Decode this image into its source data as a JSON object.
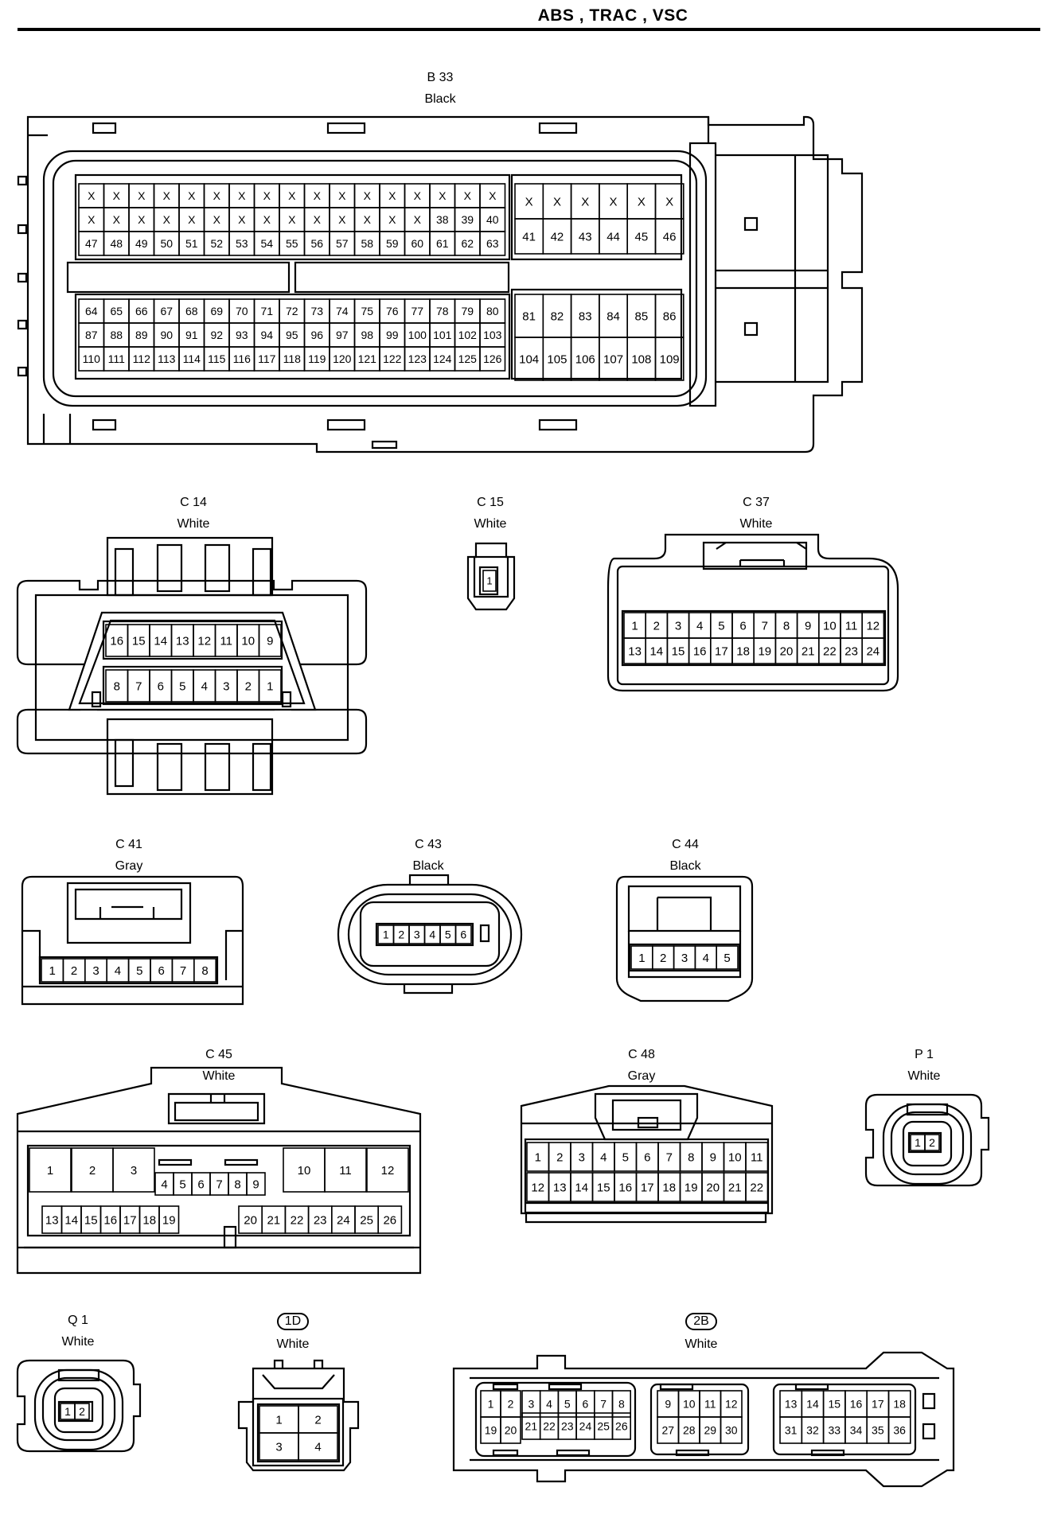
{
  "header": {
    "title": "ABS , TRAC , VSC"
  },
  "connectors": {
    "B33": {
      "name": "B 33",
      "color": "Black"
    },
    "C14": {
      "name": "C 14",
      "color": "White"
    },
    "C15": {
      "name": "C 15",
      "color": "White"
    },
    "C37": {
      "name": "C 37",
      "color": "White"
    },
    "C41": {
      "name": "C 41",
      "color": "Gray"
    },
    "C43": {
      "name": "C 43",
      "color": "Black"
    },
    "C44": {
      "name": "C 44",
      "color": "Black"
    },
    "C45": {
      "name": "C 45",
      "color": "White"
    },
    "C48": {
      "name": "C 48",
      "color": "Gray"
    },
    "P1": {
      "name": "P 1",
      "color": "White"
    },
    "Q1": {
      "name": "Q 1",
      "color": "White"
    },
    "1D": {
      "name": "1D",
      "color": "White"
    },
    "2B": {
      "name": "2B",
      "color": "White"
    }
  },
  "pins": {
    "B33": {
      "leftUpper": [
        [
          "X",
          "X",
          "X",
          "X",
          "X",
          "X",
          "X",
          "X",
          "X",
          "X",
          "X",
          "X",
          "X",
          "X",
          "X",
          "X",
          "X"
        ],
        [
          "X",
          "X",
          "X",
          "X",
          "X",
          "X",
          "X",
          "X",
          "X",
          "X",
          "X",
          "X",
          "X",
          "X",
          "38",
          "39",
          "40"
        ],
        [
          "47",
          "48",
          "49",
          "50",
          "51",
          "52",
          "53",
          "54",
          "55",
          "56",
          "57",
          "58",
          "59",
          "60",
          "61",
          "62",
          "63"
        ]
      ],
      "rightUpper": [
        [
          "X",
          "X",
          "X",
          "X",
          "X",
          "X"
        ],
        [
          "41",
          "42",
          "43",
          "44",
          "45",
          "46"
        ]
      ],
      "leftLower": [
        [
          "64",
          "65",
          "66",
          "67",
          "68",
          "69",
          "70",
          "71",
          "72",
          "73",
          "74",
          "75",
          "76",
          "77",
          "78",
          "79",
          "80"
        ],
        [
          "87",
          "88",
          "89",
          "90",
          "91",
          "92",
          "93",
          "94",
          "95",
          "96",
          "97",
          "98",
          "99",
          "100",
          "101",
          "102",
          "103"
        ],
        [
          "110",
          "111",
          "112",
          "113",
          "114",
          "115",
          "116",
          "117",
          "118",
          "119",
          "120",
          "121",
          "122",
          "123",
          "124",
          "125",
          "126"
        ]
      ],
      "rightLower": [
        [
          "81",
          "82",
          "83",
          "84",
          "85",
          "86"
        ],
        [
          "104",
          "105",
          "106",
          "107",
          "108",
          "109"
        ]
      ]
    },
    "C14": [
      [
        "16",
        "15",
        "14",
        "13",
        "12",
        "11",
        "10",
        "9"
      ],
      [
        "8",
        "7",
        "6",
        "5",
        "4",
        "3",
        "2",
        "1"
      ]
    ],
    "C15": [
      [
        "1"
      ]
    ],
    "C37": [
      [
        "1",
        "2",
        "3",
        "4",
        "5",
        "6",
        "7",
        "8",
        "9",
        "10",
        "11",
        "12"
      ],
      [
        "13",
        "14",
        "15",
        "16",
        "17",
        "18",
        "19",
        "20",
        "21",
        "22",
        "23",
        "24"
      ]
    ],
    "C41": [
      [
        "1",
        "2",
        "3",
        "4",
        "5",
        "6",
        "7",
        "8"
      ]
    ],
    "C43": [
      [
        "1",
        "2",
        "3",
        "4",
        "5",
        "6"
      ]
    ],
    "C44": [
      [
        "1",
        "2",
        "3",
        "4",
        "5"
      ]
    ],
    "C45": {
      "big": [
        "1",
        "2",
        "3",
        "10",
        "11",
        "12"
      ],
      "mid": [
        "4",
        "5",
        "6",
        "7",
        "8",
        "9"
      ],
      "bottomLeft": [
        "13",
        "14",
        "15",
        "16",
        "17",
        "18",
        "19"
      ],
      "bottomRight": [
        "20",
        "21",
        "22",
        "23",
        "24",
        "25",
        "26"
      ]
    },
    "C48": [
      [
        "1",
        "2",
        "3",
        "4",
        "5",
        "6",
        "7",
        "8",
        "9",
        "10",
        "11"
      ],
      [
        "12",
        "13",
        "14",
        "15",
        "16",
        "17",
        "18",
        "19",
        "20",
        "21",
        "22"
      ]
    ],
    "P1": [
      [
        "1",
        "2"
      ]
    ],
    "Q1": [
      [
        "1",
        "2"
      ]
    ],
    "1D": [
      [
        "1",
        "2"
      ],
      [
        "3",
        "4"
      ]
    ],
    "2B": {
      "g1top": [
        "1",
        "2",
        "3",
        "4",
        "5",
        "6",
        "7",
        "8"
      ],
      "g1bot": [
        "19",
        "20",
        "21",
        "22",
        "23",
        "24",
        "25",
        "26"
      ],
      "g2top": [
        "9",
        "10",
        "11",
        "12"
      ],
      "g2bot": [
        "27",
        "28",
        "29",
        "30"
      ],
      "g3top": [
        "13",
        "14",
        "15",
        "16",
        "17",
        "18"
      ],
      "g3bot": [
        "31",
        "32",
        "33",
        "34",
        "35",
        "36"
      ]
    }
  }
}
